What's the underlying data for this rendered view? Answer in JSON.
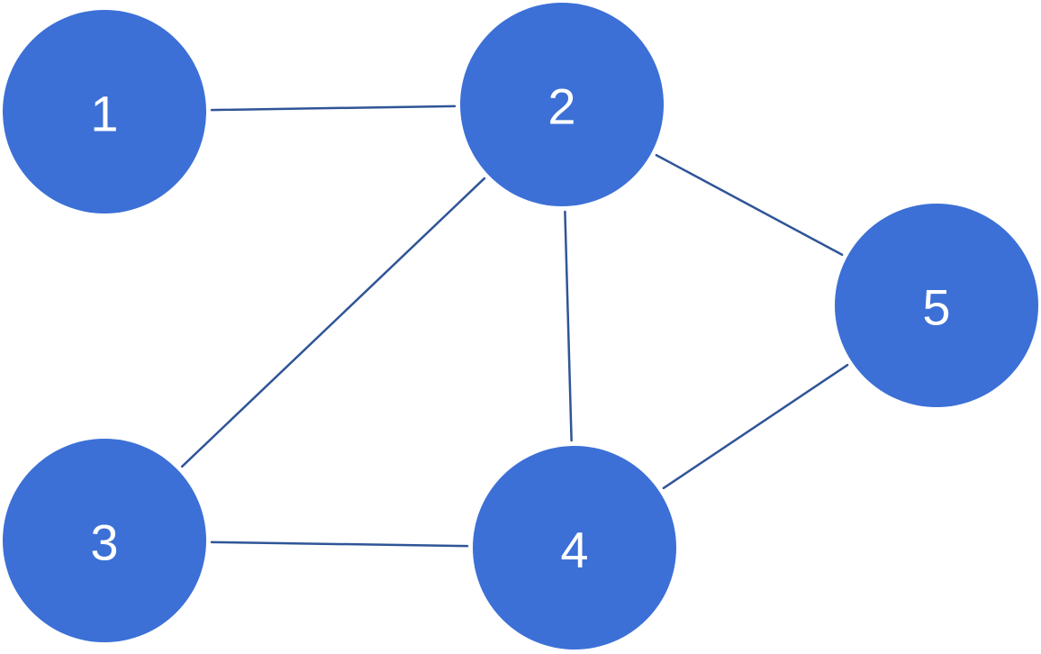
{
  "graph": {
    "node_color": "#3C70D6",
    "edge_color": "#2F5597",
    "label_color": "#FFFFFF",
    "nodes": [
      {
        "id": "1",
        "label": "1"
      },
      {
        "id": "2",
        "label": "2"
      },
      {
        "id": "3",
        "label": "3"
      },
      {
        "id": "4",
        "label": "4"
      },
      {
        "id": "5",
        "label": "5"
      }
    ],
    "edges": [
      {
        "from": "1",
        "to": "2"
      },
      {
        "from": "2",
        "to": "3"
      },
      {
        "from": "2",
        "to": "4"
      },
      {
        "from": "2",
        "to": "5"
      },
      {
        "from": "3",
        "to": "4"
      },
      {
        "from": "4",
        "to": "5"
      }
    ]
  }
}
